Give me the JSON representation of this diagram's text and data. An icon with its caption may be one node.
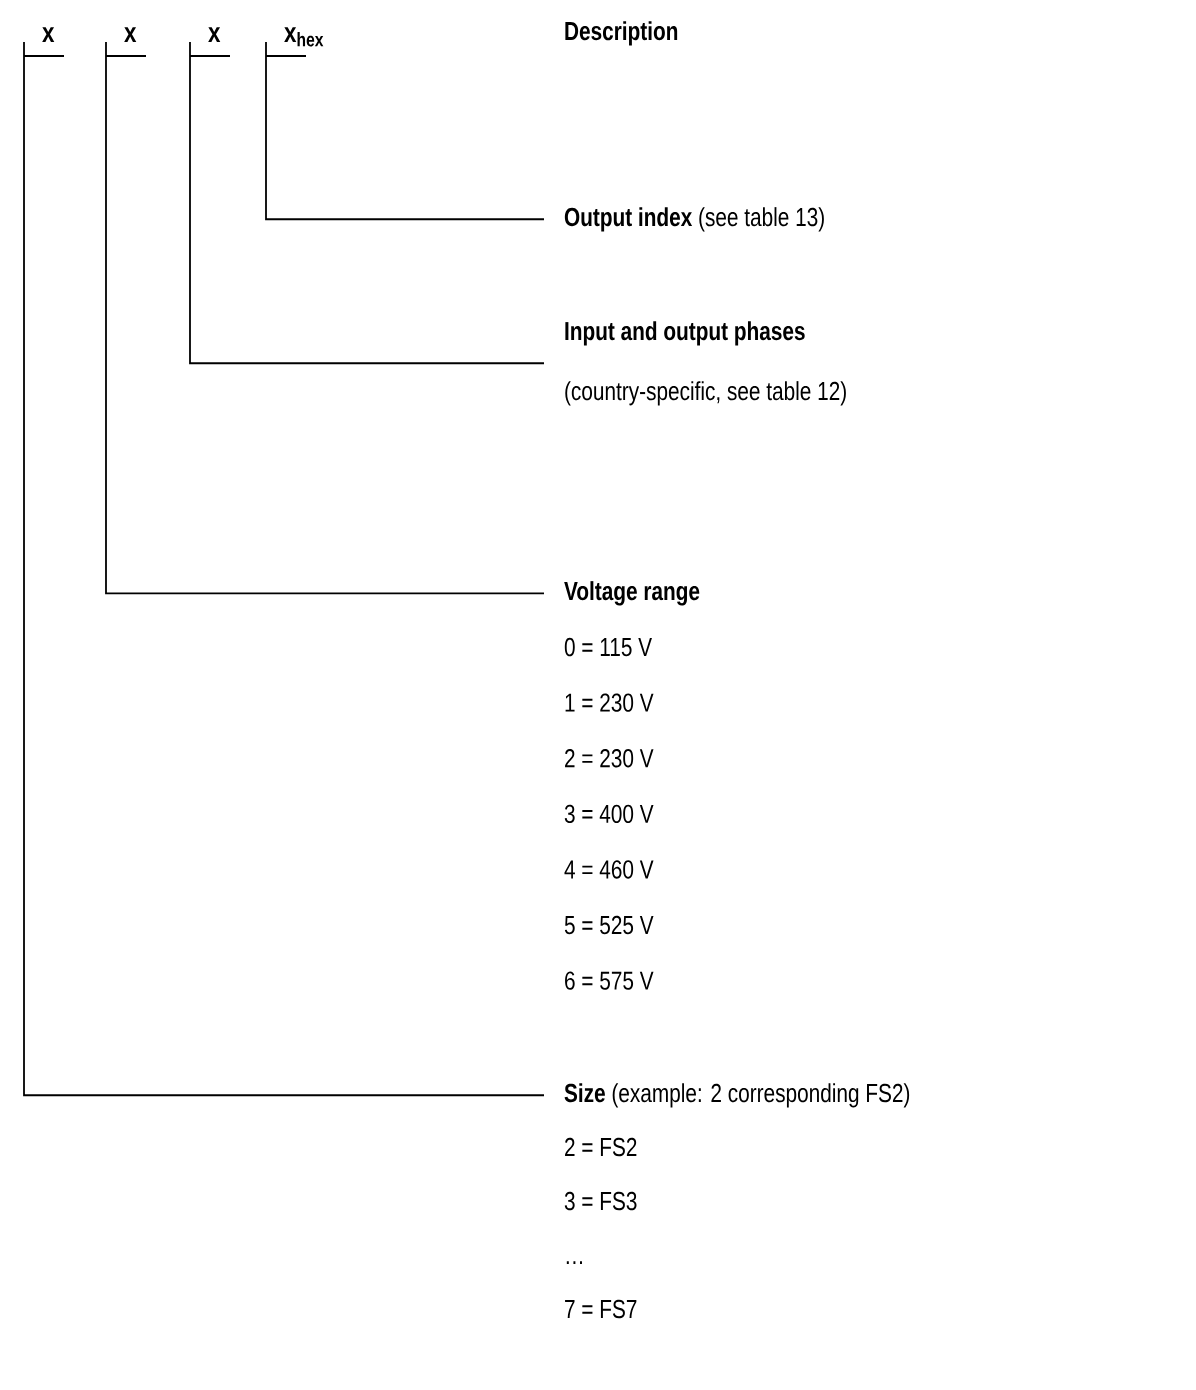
{
  "diagram": {
    "nodes": [
      {
        "text": [
          "x"
        ]
      },
      {
        "text": [
          "x"
        ]
      },
      {
        "text": [
          "x"
        ]
      },
      {
        "text": [
          "x$_{hex}$"
        ]
      },
      {
        "text": [
          "**Output index** (see table 13)"
        ]
      },
      {
        "text": [
          "Input and output phases",
          "(country-specific, see table 12)"
        ]
      },
      {
        "text": [
          "Voltage range"
        ],
        "beside": [
          "0 = 115 V",
          "1 = 230 V",
          "2 = 230 V",
          "3 = 400 V",
          "4 = 460 V",
          "5 = 525 V",
          "6 = 575 V"
        ]
      },
      {
        "text": [
          "**Size** (example: 2 corresponding FS2)"
        ],
        "beside": [
          "2 = FS2",
          "3 = FS3",
          "…",
          "7 = FS7"
        ]
      }
    ],
    "edges": [
      {
        "from": 3,
        "to": 4,
        "arrow": "none"
      },
      {
        "from": 2,
        "to": 5,
        "arrow": "none"
      },
      {
        "from": 1,
        "to": 6,
        "arrow": "none"
      },
      {
        "from": 0,
        "to": 7,
        "arrow": "none"
      }
    ],
    "labels": [
      "Description"
    ]
  }
}
